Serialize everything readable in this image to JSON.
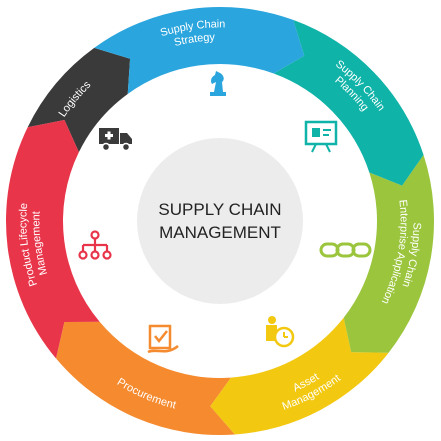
{
  "center": {
    "line1": "SUPPLY CHAIN",
    "line2": "MANAGEMENT"
  },
  "segments": [
    {
      "id": "strategy",
      "lines": [
        "Supply Chain",
        "Strategy"
      ],
      "color": "#2aa5dd",
      "icon": "chess-knight-icon"
    },
    {
      "id": "planning",
      "lines": [
        "Supply Chain",
        "Planning"
      ],
      "color": "#0fb3a8",
      "icon": "presentation-board-icon"
    },
    {
      "id": "enterprise",
      "lines": [
        "Supply Chain",
        "Enterprise Application"
      ],
      "color": "#9bc53d",
      "icon": "chain-link-icon"
    },
    {
      "id": "asset",
      "lines": [
        "Asset",
        "Management"
      ],
      "color": "#f2c811",
      "icon": "person-clock-icon"
    },
    {
      "id": "procurement",
      "lines": [
        "Procurement"
      ],
      "color": "#f58a2e",
      "icon": "hand-checklist-icon"
    },
    {
      "id": "plm",
      "lines": [
        "Product Lifecycle",
        "Management"
      ],
      "color": "#e8354a",
      "icon": "hierarchy-icon"
    },
    {
      "id": "logistics",
      "lines": [
        "Logistics"
      ],
      "color": "#3a3a3a",
      "icon": "delivery-truck-icon"
    }
  ]
}
